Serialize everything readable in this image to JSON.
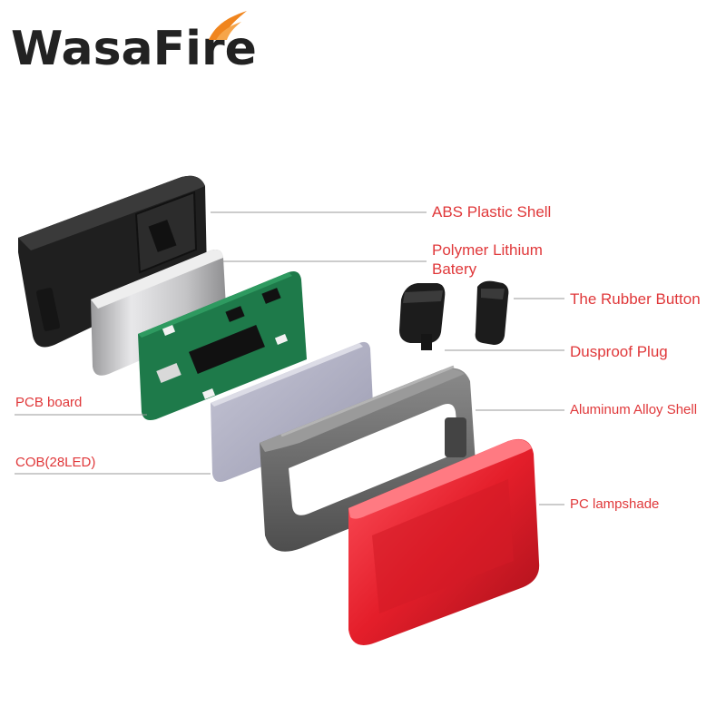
{
  "brand": {
    "name": "WasaFire",
    "accent": "#f0851e",
    "text_color": "#222222"
  },
  "labels": {
    "abs_shell": "ABS Plastic Shell",
    "battery_line1": "Polymer Lithium",
    "battery_line2": "Batery",
    "rubber_button": "The Rubber Button",
    "dustproof_plug": "Dusproof Plug",
    "pcb_board": "PCB board",
    "aluminum_shell": "Aluminum Alloy Shell",
    "cob": "COB(28LED)",
    "pc_lampshade": "PC lampshade"
  },
  "colors": {
    "label": "#e0383a",
    "leader": "#9a9a9a",
    "abs_shell": "#2a2a2a",
    "battery": "#c9c9cb",
    "pcb": "#1e7a4a",
    "cob": "#a9a9bf",
    "aluminum": "#6e6e6e",
    "lampshade": "#e41e2a"
  }
}
